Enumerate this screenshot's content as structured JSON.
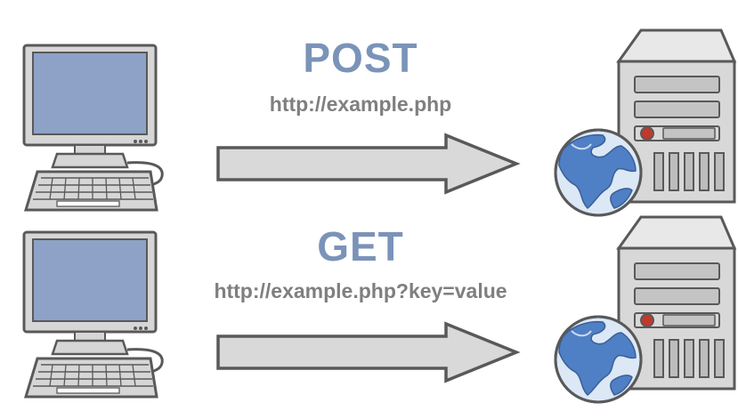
{
  "diagram": {
    "requests": [
      {
        "method": "POST",
        "url": "http://example.php",
        "client": "computer-icon",
        "server": "server-with-globe-icon"
      },
      {
        "method": "GET",
        "url": "http://example.php?key=value",
        "client": "computer-icon",
        "server": "server-with-globe-icon"
      }
    ],
    "colors": {
      "method_text": "#7b93b8",
      "url_text": "#7f7f7f",
      "arrow_fill": "#d9d9d9",
      "arrow_stroke": "#595959",
      "screen": "#8ea2c7",
      "globe_water": "#4f7fc5",
      "globe_land": "#dce8f6",
      "server_body": "#d8d8d8",
      "server_led": "#c0392b"
    }
  }
}
